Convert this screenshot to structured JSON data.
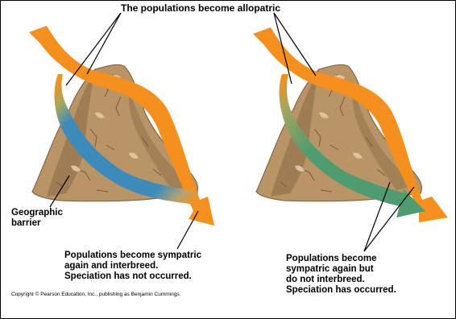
{
  "title": "The populations become allopatric",
  "barrier_label": "Geographic\nbarrier",
  "left_caption": "Populations become sympatric\nagain and interbreed.\nSpeciation has not occurred.",
  "right_caption": "Populations become\nsympatric again but\ndo not interbreed.\nSpeciation has occurred.",
  "copyright": "Copyright © Pearson Education, Inc., publishing as Benjamin Cummings.",
  "colors": {
    "orange_population": "#f5901e",
    "blue_population": "#3d8bbb",
    "green_population": "#4f9b72",
    "mountain": "#b89467",
    "mountain_shadow": "#8a6a45"
  }
}
